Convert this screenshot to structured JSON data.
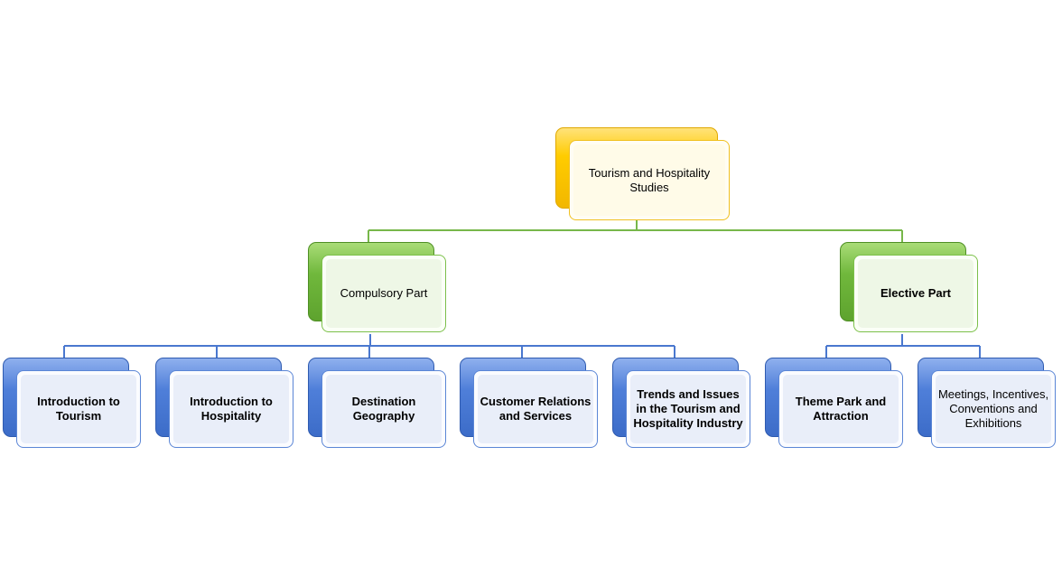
{
  "root": {
    "label": "Tourism and Hospitality Studies"
  },
  "branches": {
    "compulsory": {
      "label": "Compulsory Part"
    },
    "elective": {
      "label": "Elective Part"
    }
  },
  "modules": {
    "intro_tourism": "Introduction to Tourism",
    "intro_hospitality": "Introduction to Hospitality",
    "destination_geography": "Destination Geography",
    "customer_relations": "Customer Relations and Services",
    "trends_issues": "Trends and Issues in the Tourism and Hospitality Industry",
    "theme_park": "Theme Park and Attraction",
    "mice": "Meetings, Incentives, Conventions and Exhibitions"
  },
  "colors": {
    "root": "#ffcc00",
    "branch": "#70b83c",
    "module": "#4f7fd9",
    "green_connector": "#77b74a",
    "blue_connector": "#4a78cf"
  }
}
